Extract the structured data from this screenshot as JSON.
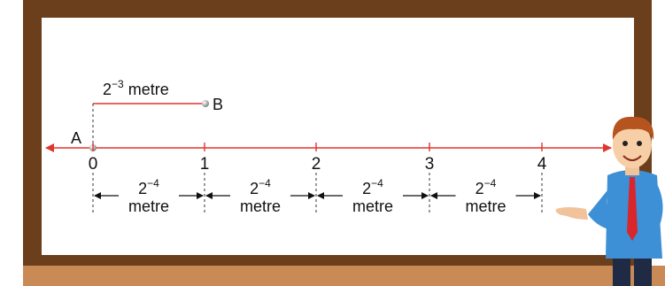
{
  "board": {
    "frame_color": "#6b3f1c",
    "surface_color": "#ffffff",
    "ledge_color": "#c98a55"
  },
  "segment": {
    "label_base": "2",
    "label_exponent": "−3",
    "label_unit": "metre",
    "point_a": "A",
    "point_b": "B",
    "color": "#e0342f"
  },
  "number_line": {
    "color": "#e0342f",
    "ticks": [
      "0",
      "1",
      "2",
      "3",
      "4"
    ]
  },
  "intervals": [
    {
      "base": "2",
      "exponent": "−4",
      "unit": "metre"
    },
    {
      "base": "2",
      "exponent": "−4",
      "unit": "metre"
    },
    {
      "base": "2",
      "exponent": "−4",
      "unit": "metre"
    },
    {
      "base": "2",
      "exponent": "−4",
      "unit": "metre"
    }
  ],
  "teacher": {
    "icon": "teacher-icon"
  }
}
